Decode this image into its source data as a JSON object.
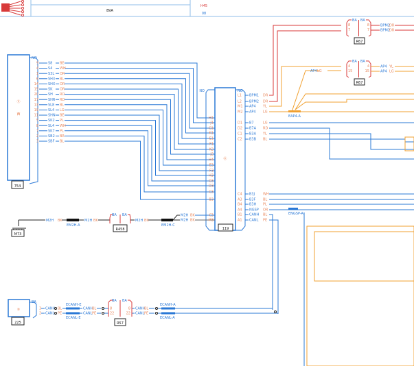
{
  "header": {
    "title": "BVA",
    "page_code": "H45",
    "page_number": "08"
  },
  "components": {
    "c754": {
      "id": "754",
      "symbol": "⑪",
      "sub": "西"
    },
    "c119": {
      "id": "119",
      "symbol": "Ⓚ",
      "no_left": "NO",
      "no_right": "NO"
    },
    "c225": {
      "id": "225",
      "symbol": "⑨"
    },
    "m73": {
      "id": "M73"
    },
    "r458": {
      "id": "R458"
    },
    "r57": {
      "id": "R57"
    },
    "r67a": {
      "id": "R67"
    },
    "r67b": {
      "id": "R67"
    }
  },
  "left_harness": {
    "no": "NO",
    "pins": [
      {
        "pin": "9",
        "code": "S8",
        "color": "BE",
        "target": "H1"
      },
      {
        "pin": "4",
        "code": "S4",
        "color": "WH",
        "target": "J1"
      },
      {
        "pin": "1",
        "code": "S3L",
        "color": "OR",
        "target": "G1"
      },
      {
        "pin": "6",
        "code": "SH3",
        "color": "BL",
        "target": "K1"
      },
      {
        "pin": "14",
        "code": "SHX",
        "color": "OR",
        "target": "E1"
      },
      {
        "pin": "15",
        "code": "SK",
        "color": "OR",
        "target": "F1"
      },
      {
        "pin": "20",
        "code": "SH",
        "color": "RD",
        "target": "K2"
      },
      {
        "pin": "17",
        "code": "SHR",
        "color": "RD",
        "target": "J2"
      },
      {
        "pin": "13",
        "code": "SL8",
        "color": "BL",
        "target": "H4"
      },
      {
        "pin": "19",
        "code": "SL4",
        "color": "LG",
        "target": "E3"
      },
      {
        "pin": "11",
        "code": "SHN",
        "color": "BE",
        "target": "F3"
      },
      {
        "pin": "5",
        "code": "SK2",
        "color": "PL",
        "target": "H3"
      },
      {
        "pin": "8",
        "code": "SL4",
        "color": "WH",
        "target": "G3"
      },
      {
        "pin": "7",
        "code": "SK7",
        "color": "PL",
        "target": "D3"
      },
      {
        "pin": "2",
        "code": "SB2",
        "color": "BR",
        "target": "C3"
      },
      {
        "pin": "3",
        "code": "SBF",
        "color": "BL",
        "target": "B3"
      }
    ]
  },
  "right_pins": [
    {
      "pin": "L1",
      "code": "BPM1",
      "color": "DR"
    },
    {
      "pin": "L2",
      "code": "BPM2",
      "color": "DR"
    },
    {
      "pin": "M1",
      "code": "AP4",
      "color": "YL"
    },
    {
      "pin": "M2",
      "code": "AP4",
      "color": "LG"
    },
    {
      "pin": "D1",
      "code": "B7",
      "color": "LG"
    },
    {
      "pin": "D2",
      "code": "B7A",
      "color": "RD"
    },
    {
      "pin": "C1",
      "code": "B3A",
      "color": "YL"
    },
    {
      "pin": "C2",
      "code": "B3B",
      "color": "BL"
    },
    {
      "pin": "C4",
      "code": "B3J",
      "color": "WH"
    },
    {
      "pin": "A3",
      "code": "B3F",
      "color": "BL"
    },
    {
      "pin": "B4",
      "code": "B3H",
      "color": "PL"
    },
    {
      "pin": "A4",
      "code": "NGSP",
      "color": "OR"
    },
    {
      "pin": "B1",
      "code": "CANH",
      "color": "BL"
    },
    {
      "pin": "A1",
      "code": "CANL",
      "color": "PE"
    }
  ],
  "ground": {
    "pins": [
      {
        "pin": "C3",
        "code": "M2H",
        "color": "BK"
      },
      {
        "pin": "M3",
        "code": "M2H",
        "color": "BK"
      }
    ],
    "seg_code": "M2H",
    "seg_color": "BK",
    "splice_a": "EM2H-A",
    "splice_c": "EM2H-C"
  },
  "can": {
    "ba": "BA",
    "pin_h": "3",
    "pin_l": "2",
    "code_h": "CANH",
    "code_l": "CANL",
    "color_h": "BL",
    "color_l": "PE",
    "splice_he": "ECANH-E",
    "splice_le": "ECANL-E",
    "splice_ha": "ECANH-A",
    "splice_la": "ECANL-A",
    "r57_h": "8",
    "r57_l": "22"
  },
  "top_right": {
    "ba": "BA",
    "r67a_pins": [
      "8",
      "7"
    ],
    "r67a_codes": [
      "BPM2",
      "BPM2"
    ],
    "r67a_colors": [
      "DR",
      "DR"
    ],
    "r67b_pins": [
      "4",
      "15"
    ],
    "r67b_codes": [
      "AP4",
      "AP4"
    ],
    "r67b_colors": [
      "YL",
      "LG"
    ],
    "ap4_code": "AP4",
    "ap4_color": "LG",
    "splice": "EAP4-A",
    "ngsp_splice": "ENGSP-A"
  }
}
